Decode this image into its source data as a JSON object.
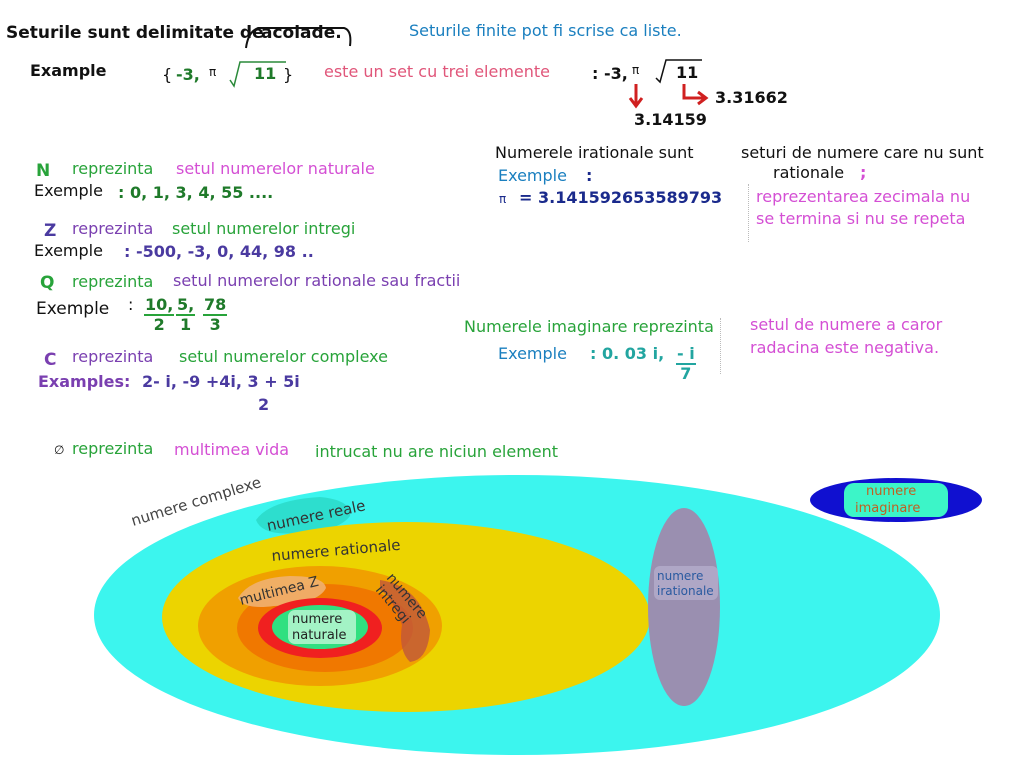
{
  "header": {
    "braces_text": "Seturile sunt delimitate de",
    "braces_word": "acolade.",
    "finite_lists": "Seturile finite pot fi scrise ca liste."
  },
  "example_row": {
    "label": "Example",
    "brace_open": "{",
    "set_values": "-3,",
    "pi": "π",
    "sqrt_value": "11",
    "brace_close": "}",
    "description": "este un set cu trei elemente",
    "list_prefix": ": -3,",
    "list_pi": "π",
    "list_sqrt": "11",
    "sqrt_decimal": "3.31662",
    "pi_decimal": "3.14159"
  },
  "sets": [
    {
      "symbol": "N",
      "word": "reprezinta",
      "name": "setul numerelor naturale",
      "example_label": "Exemple",
      "example_values": ": 0, 1, 3, 4, 55  ...."
    },
    {
      "symbol": "Z",
      "word": "reprezinta",
      "name": "setul numerelor intregi",
      "example_label": "Exemple",
      "example_values": ": -500, -3, 0, 44, 98 .."
    },
    {
      "symbol": "Q",
      "word": "reprezinta",
      "name": "setul numerelor rationale sau fractii",
      "example_label": "Exemple",
      "example_colon": ":",
      "fractions": [
        {
          "num": "10,",
          "den": "2"
        },
        {
          "num": "5,",
          "den": "1"
        },
        {
          "num": "78",
          "den": "3"
        }
      ]
    },
    {
      "symbol": "C",
      "word": "reprezinta",
      "name": "setul numerelor complexe",
      "example_label": "Examples:",
      "example_values": "2- i,  -9 +4i, 3 + 5i",
      "example_den": "2"
    }
  ],
  "empty_set": {
    "symbol": "∅",
    "word": "reprezinta",
    "name": "multimea vida",
    "reason": "intrucat nu are niciun element"
  },
  "irrational": {
    "title": "Numerele irationale sunt",
    "desc_line1": "seturi de numere care nu sunt",
    "desc_line2": "rationale",
    "semicolon": ";",
    "example_label": "Exemple",
    "example_colon": ":",
    "pi": "π",
    "pi_value": "=  3.141592653589793",
    "decimal_line1": "reprezentarea zecimala nu",
    "decimal_line2": "se termina si nu se repeta"
  },
  "imaginary": {
    "title": "Numerele imaginare reprezinta",
    "desc_line1": "setul de numere a caror",
    "desc_line2": "radacina este negativa.",
    "example_label": "Exemple",
    "example_values": ": 0. 03 i,",
    "frac_num": "- i",
    "frac_den": "7"
  },
  "diagram": {
    "complex": "numere complexe",
    "real": "numere reale",
    "rational": "numere rationale",
    "integers_z": "multimea Z",
    "integers_line1": "numere",
    "integers_line2": "intregi",
    "natural_line1": "numere",
    "natural_line2": "naturale",
    "irrational_line1": "numere",
    "irrational_line2": "irationale",
    "imaginary_line1": "numere",
    "imaginary_line2": "imaginare",
    "colors": {
      "complex": "#3cf5ee",
      "rational": "#ecd400",
      "integers_outer": "#f0a000",
      "integers_mid": "#f07800",
      "integers_inner": "#f02020",
      "natural": "#30e080",
      "irrational": "#9a8fb0",
      "imaginary": "#1010d0",
      "imaginary_label_bg": "#3cf5c8",
      "real_patch": "#2ad9c8"
    }
  }
}
